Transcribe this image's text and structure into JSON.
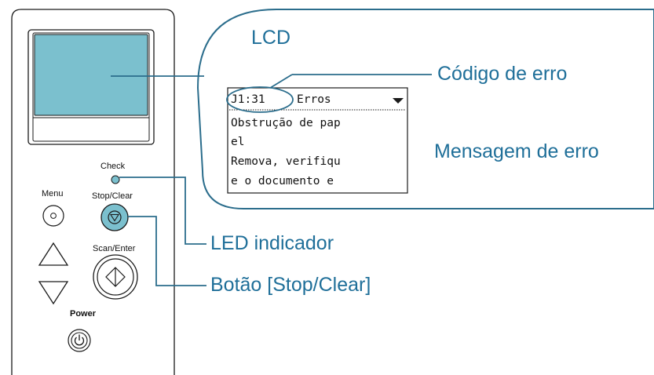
{
  "panel": {
    "labels": {
      "check": "Check",
      "menu": "Menu",
      "stop_clear": "Stop/Clear",
      "scan_enter": "Scan/Enter",
      "power": "Power"
    }
  },
  "callouts": {
    "lcd": "LCD",
    "error_code": "Código de erro",
    "error_message": "Mensagem de erro",
    "led": "LED indicador",
    "stop_button": "Botão [Stop/Clear]"
  },
  "lcd_screen": {
    "header_code": "J1:31",
    "header_title": "Erros",
    "lines": [
      "Obstrução de pap",
      "el",
      "Remova, verifiqu",
      "e o documento e"
    ]
  },
  "colors": {
    "lcd_fill": "#7bc0ce",
    "callout_text": "#1f6f99",
    "callout_line": "#2b6d8c",
    "outline": "#1a1a1a"
  },
  "icons": {
    "lcd_arrow": "triangle-down-icon",
    "menu": "small-circle-icon",
    "stop": "stop-clear-icon",
    "up": "triangle-up-icon",
    "down": "triangle-down-icon",
    "scan": "diamond-start-icon",
    "power": "power-icon"
  }
}
